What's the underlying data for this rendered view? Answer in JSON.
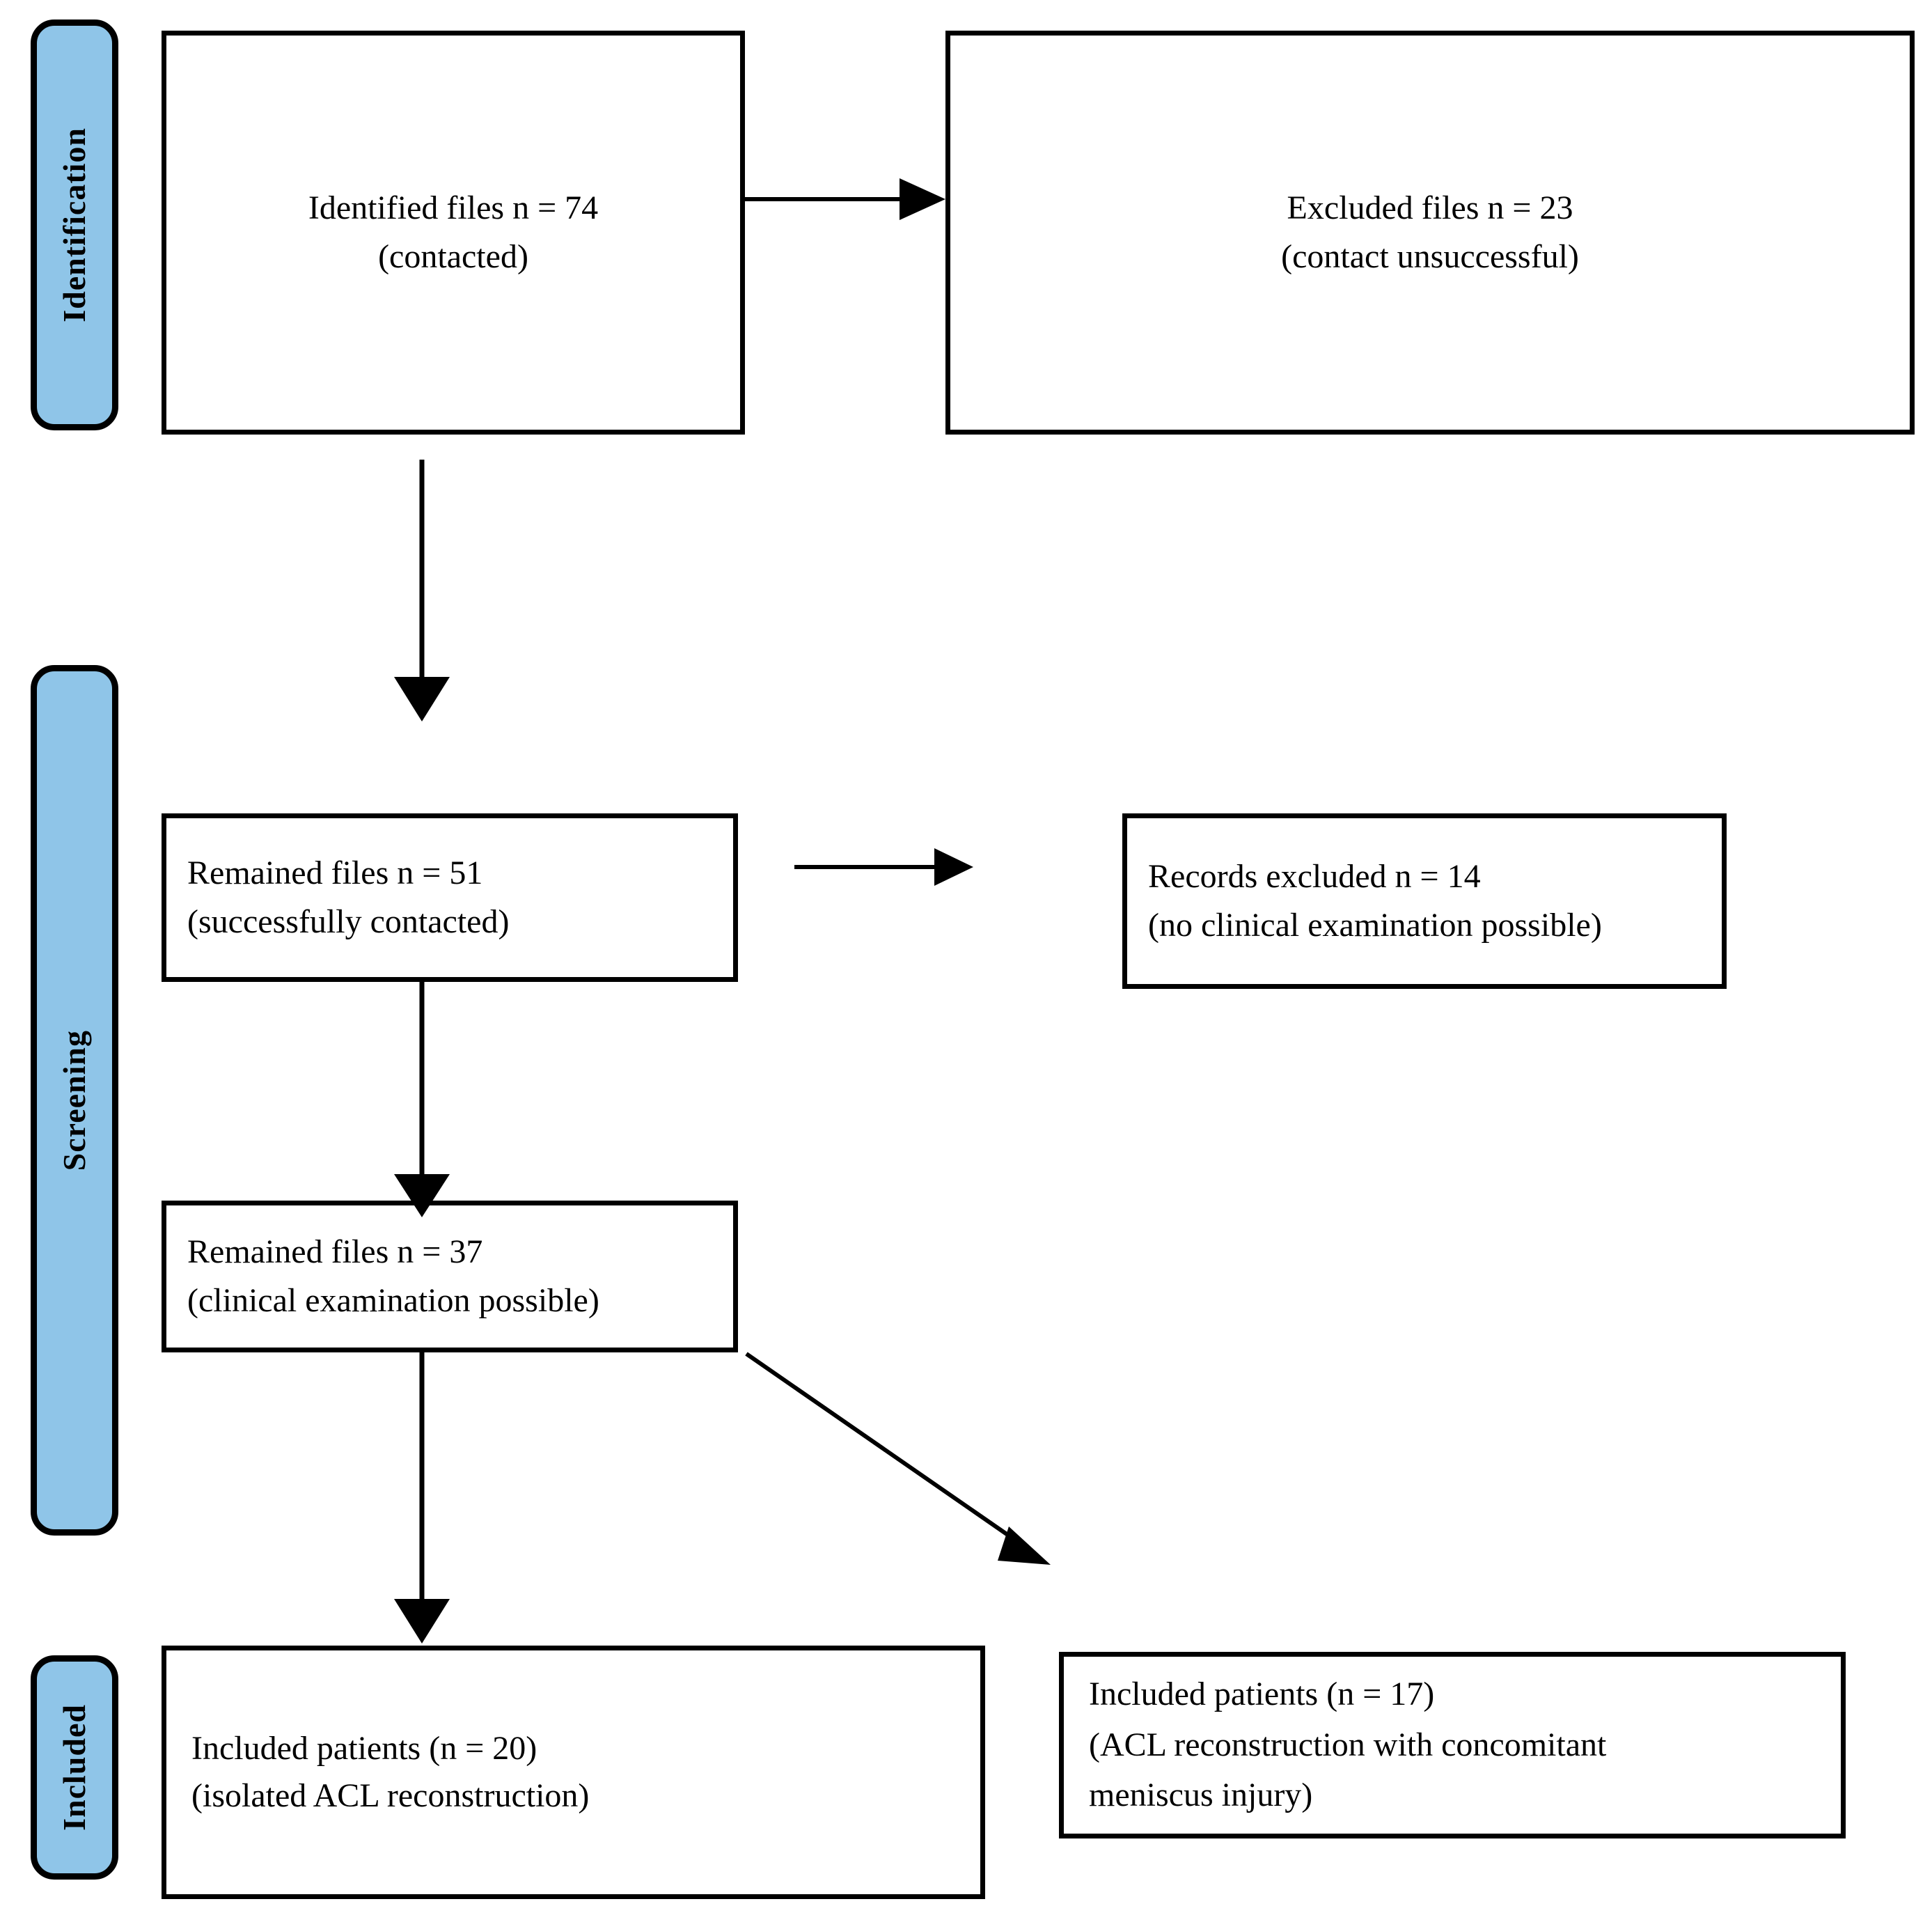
{
  "diagram": {
    "type": "prisma-flow-diagram",
    "background_color": "#FFFFFF",
    "accent_color": "#8FC5E8",
    "line_color": "#000000"
  },
  "phases": [
    {
      "id": "identification",
      "label": "Identification"
    },
    {
      "id": "screening",
      "label": "Screening"
    },
    {
      "id": "included",
      "label": "Included"
    }
  ],
  "boxes": {
    "identified": {
      "line1": "Identified files n = 74",
      "line2": "(contacted)"
    },
    "excluded": {
      "line1": "Excluded files n = 23",
      "line2": "(contact unsuccessful)"
    },
    "remained_51": {
      "line1": "Remained files n = 51",
      "line2": "(successfully contacted)"
    },
    "records_excluded": {
      "line1": "Records excluded n = 14",
      "line2": "(no clinical examination possible)"
    },
    "remained_37": {
      "line1": "Remained files n = 37",
      "line2": "(clinical examination possible)"
    },
    "included_20": {
      "line1": "Included patients (n = 20)",
      "line2": "(isolated ACL reconstruction)"
    },
    "included_17": {
      "line1": "Included patients (n = 17)",
      "line2": "(ACL reconstruction with concomitant",
      "line3": "meniscus injury)"
    }
  },
  "arrows": [
    {
      "id": "identified-to-excluded",
      "direction": "right"
    },
    {
      "id": "identified-to-remained-51",
      "direction": "down"
    },
    {
      "id": "remained-51-to-records-excluded",
      "direction": "right"
    },
    {
      "id": "remained-51-to-remained-37",
      "direction": "down"
    },
    {
      "id": "remained-37-to-included-20",
      "direction": "down"
    },
    {
      "id": "remained-37-to-included-17",
      "direction": "diagonal-down-right"
    }
  ]
}
